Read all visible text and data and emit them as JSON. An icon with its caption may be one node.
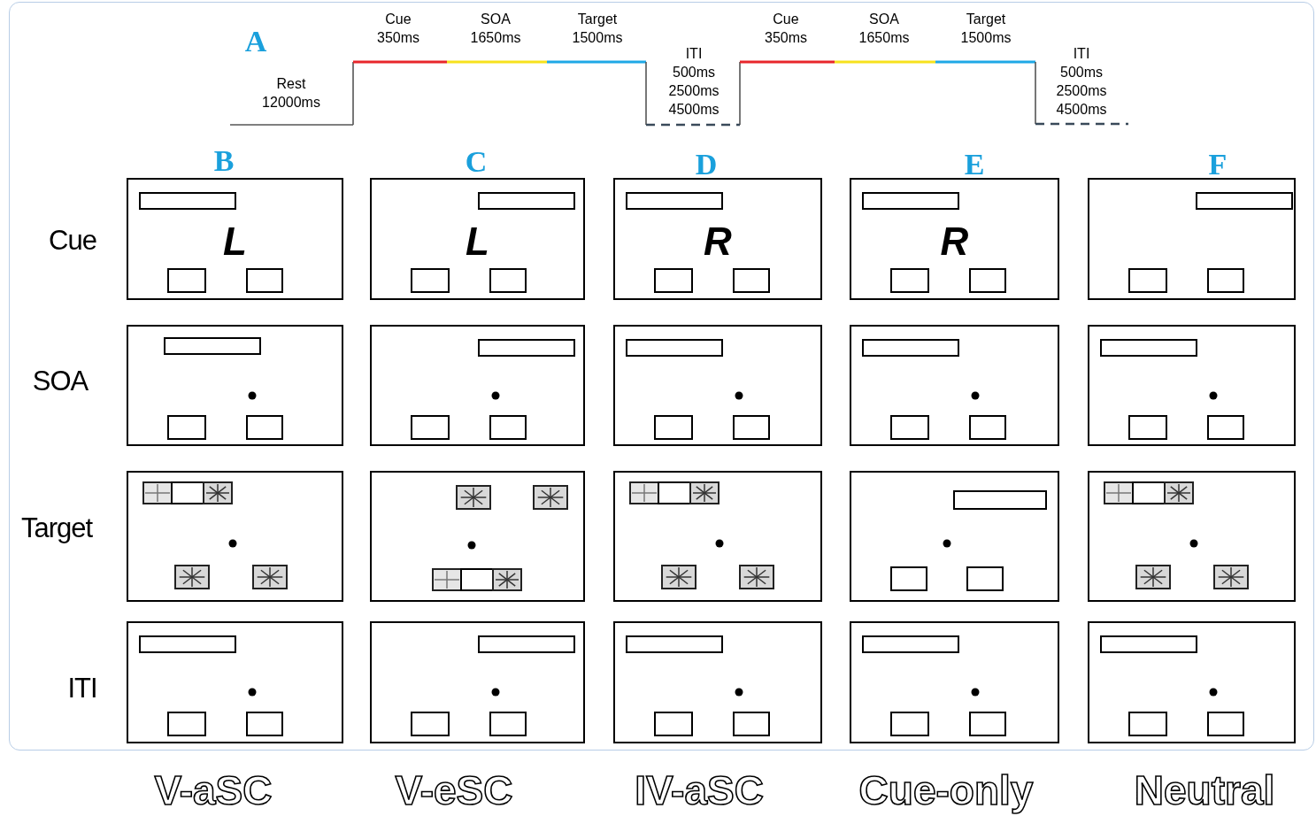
{
  "diagram": {
    "nodes": [
      {
        "text": [
          "L"
        ]
      },
      {
        "text": [
          "L"
        ]
      },
      {
        "text": [
          "R"
        ]
      },
      {
        "text": [
          "R"
        ]
      },
      {
        "text": [],
        "shape": "box"
      },
      {
        "text": [],
        "shape": "box"
      },
      {
        "text": [],
        "shape": "box"
      },
      {
        "text": [],
        "shape": "box"
      },
      {
        "text": [],
        "shape": "box"
      },
      {
        "text": [],
        "shape": "box"
      },
      {
        "text": [],
        "shape": "box"
      },
      {
        "text": [],
        "shape": "box"
      },
      {
        "text": [],
        "shape": "box"
      },
      {
        "text": [],
        "shape": "box"
      },
      {
        "text": [],
        "shape": "box"
      },
      {
        "text": [],
        "shape": "box"
      },
      {
        "text": [],
        "shape": "box"
      },
      {
        "text": [],
        "shape": "box"
      },
      {
        "text": [],
        "shape": "box"
      },
      {
        "text": [],
        "shape": "box"
      }
    ],
    "labels": [
      "A",
      "Rest 12000ms",
      "Cue 350ms",
      "SOA 1650ms",
      "Target 1500ms",
      "ITI 500ms 2500ms 4500ms",
      "Cue 350ms",
      "SOA 1650ms",
      "Target 1500ms",
      "ITI 500ms 2500ms 4500ms",
      "B",
      "C",
      "D",
      "E",
      "F",
      "Cue",
      "SOA",
      "Target",
      "ITI",
      "V-aSC",
      "V-eSC",
      "IV-aSC",
      "Cue-only",
      "Neutral"
    ]
  }
}
